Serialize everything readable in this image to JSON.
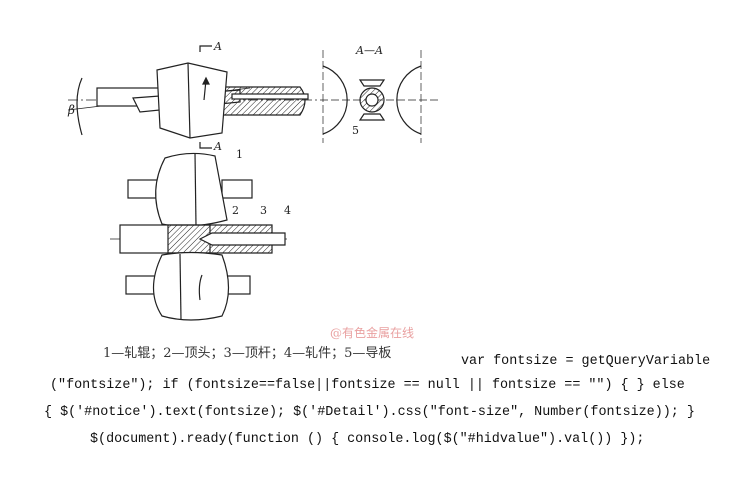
{
  "figure": {
    "labels": {
      "section_mark": "A",
      "section_title": "A—A",
      "beta": "β",
      "n1": "1",
      "n2": "2",
      "n3": "3",
      "n4": "4",
      "n5": "5"
    },
    "caption": "1—轧辊；2—顶头；3—顶杆；4—轧件；5—导板",
    "watermark": "@有色金属在线"
  },
  "code_lines": [
    "var fontsize = getQueryVariable",
    "(\"fontsize\"); if (fontsize==false||fontsize == null || fontsize == \"\") { } else",
    "{ $('#notice').text(fontsize); $('#Detail').css(\"font-size\", Number(fontsize)); }",
    "$(document).ready(function () { console.log($(\"#hidvalue\").val()) });"
  ]
}
